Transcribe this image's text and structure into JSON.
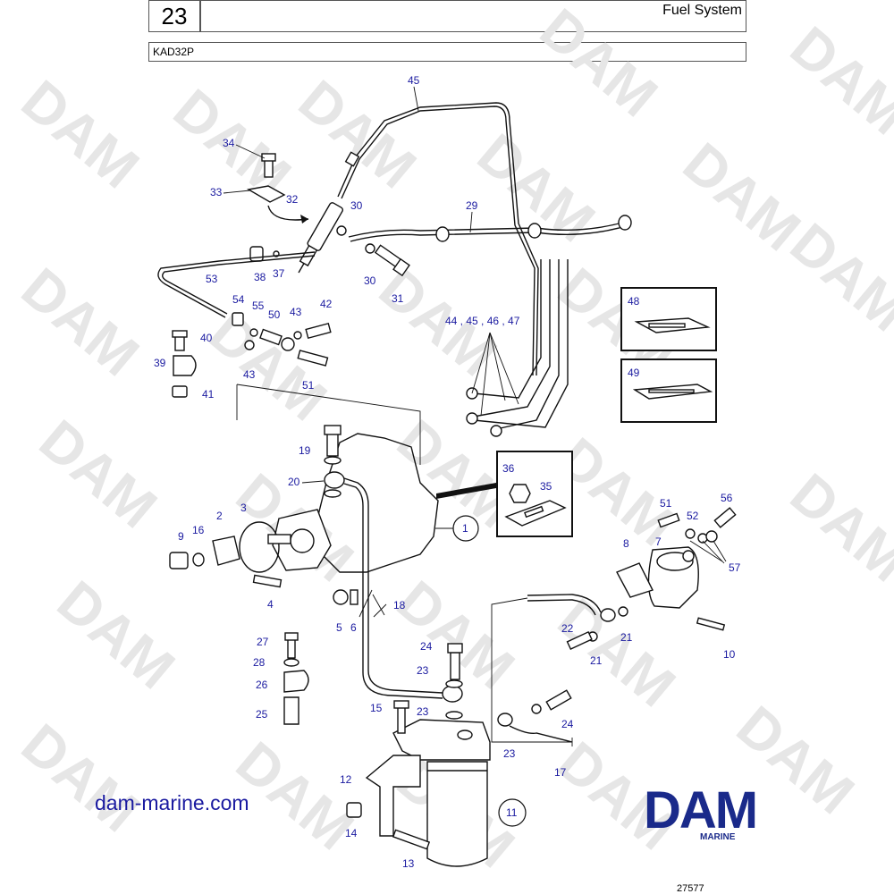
{
  "header": {
    "page_number": "23",
    "title": "Fuel System",
    "model": "KAD32P"
  },
  "watermark": "DAM",
  "footer": {
    "website": "dam-marine.com",
    "brand": "DAM",
    "brand_sub": "MARINE",
    "reference": "27577"
  },
  "callouts": {
    "c1": "1",
    "c2": "2",
    "c3": "3",
    "c4": "4",
    "c5": "5",
    "c6": "6",
    "c7": "7",
    "c8": "8",
    "c9": "9",
    "c10": "10",
    "c11": "11",
    "c12": "12",
    "c13": "13",
    "c14": "14",
    "c15": "15",
    "c16": "16",
    "c17": "17",
    "c18": "18",
    "c19": "19",
    "c20": "20",
    "c21a": "21",
    "c21b": "21",
    "c22": "22",
    "c23a": "23",
    "c23b": "23",
    "c23c": "23",
    "c24a": "24",
    "c24b": "24",
    "c25": "25",
    "c26": "26",
    "c27": "27",
    "c28": "28",
    "c29": "29",
    "c30a": "30",
    "c30b": "30",
    "c31": "31",
    "c32": "32",
    "c33": "33",
    "c34": "34",
    "c35": "35",
    "c36": "36",
    "c37": "37",
    "c38": "38",
    "c39": "39",
    "c40": "40",
    "c41": "41",
    "c42": "42",
    "c43a": "43",
    "c43b": "43",
    "c44_47": "44 ,  45 ,  46 ,  47",
    "c45": "45",
    "c48": "48",
    "c49": "49",
    "c50": "50",
    "c51a": "51",
    "c51b": "51",
    "c52": "52",
    "c53": "53",
    "c54": "54",
    "c55": "55",
    "c56": "56",
    "c57": "57"
  }
}
